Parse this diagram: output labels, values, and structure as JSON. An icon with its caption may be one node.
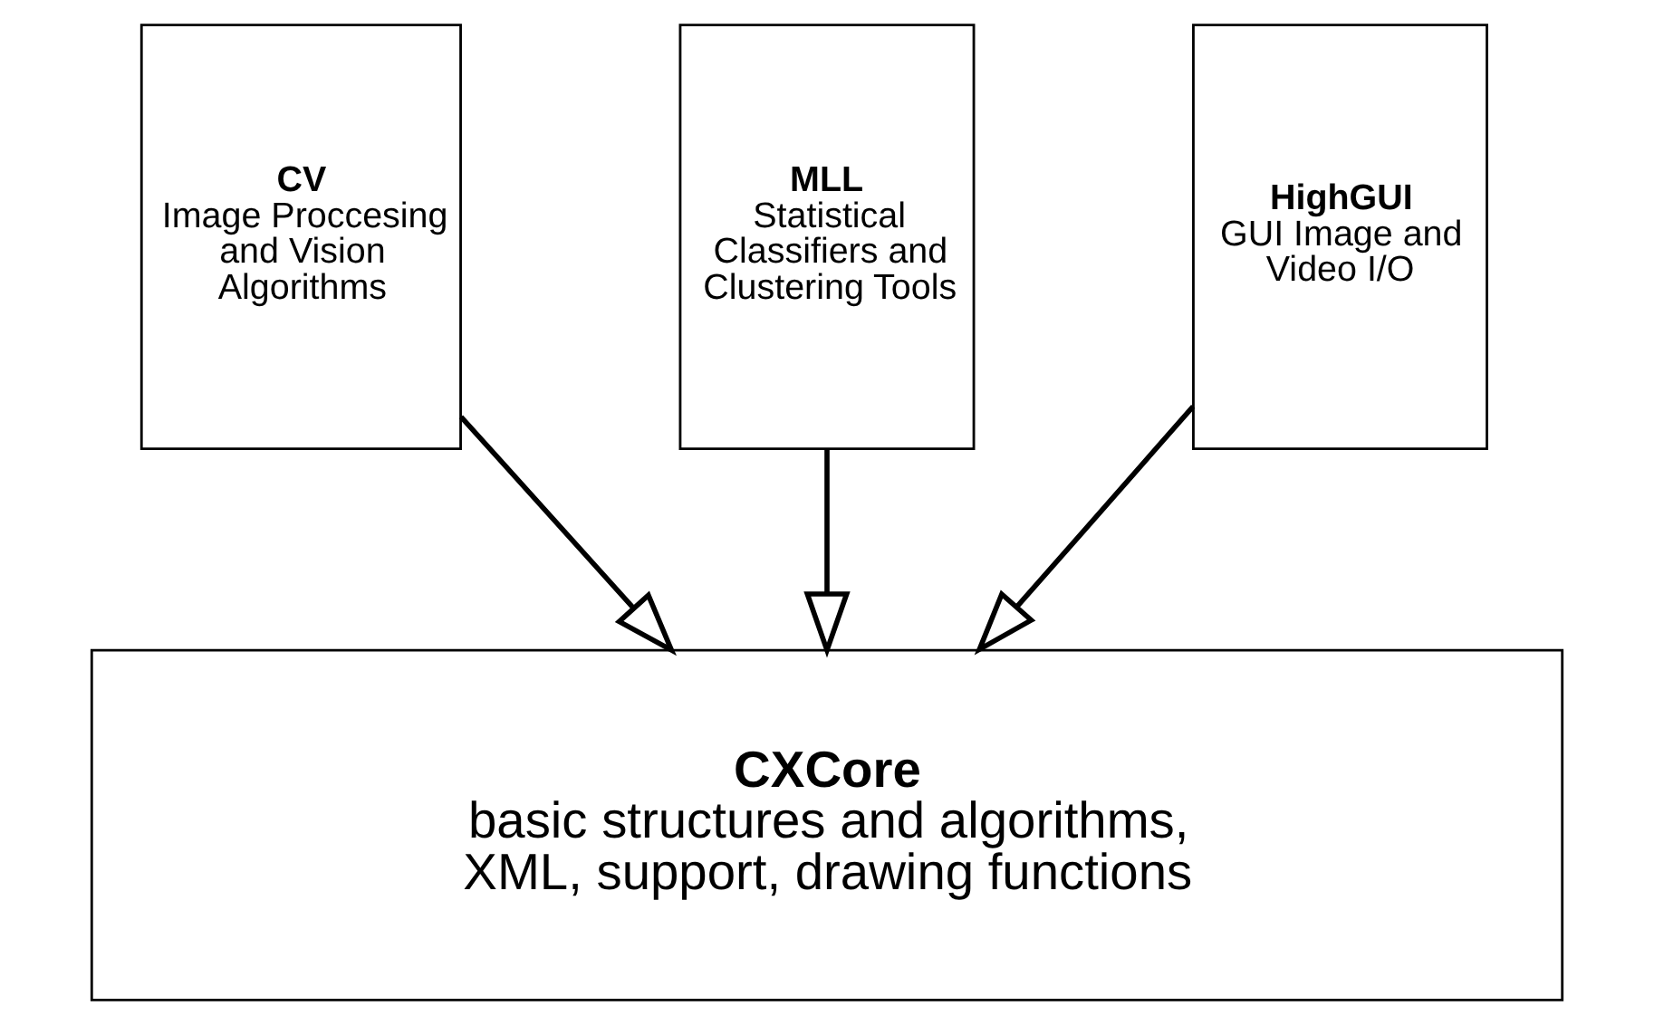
{
  "diagram": {
    "nodes": [
      {
        "text": [
          "CV",
          "Image Proccesing and Vision Algorithms"
        ]
      },
      {
        "text": [
          "MLL",
          "Statistical Classifiers and Clustering Tools"
        ]
      },
      {
        "text": [
          "HighGUI",
          "GUI Image and Video I/O"
        ]
      },
      {
        "text": [
          "CXCore",
          "basic structures and algorithms, XML, support, drawing functions"
        ]
      }
    ],
    "edges": [
      {
        "from": 0,
        "to": 3,
        "arrow": "to"
      },
      {
        "from": 1,
        "to": 3,
        "arrow": "to"
      },
      {
        "from": 2,
        "to": 3,
        "arrow": "to"
      }
    ]
  }
}
